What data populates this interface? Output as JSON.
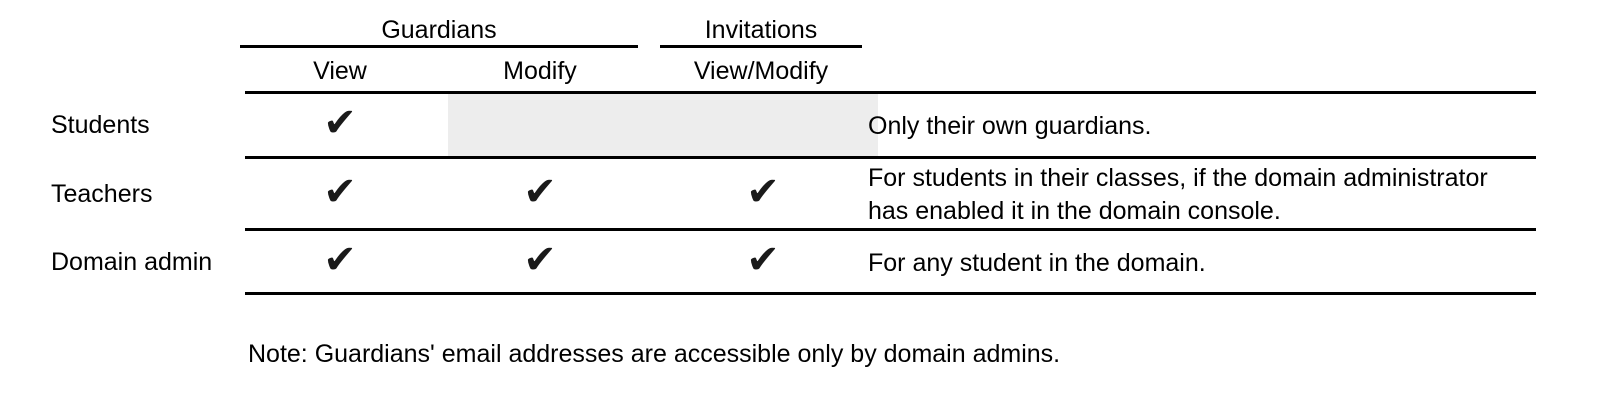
{
  "table": {
    "group_headers": [
      {
        "label": "Guardians"
      },
      {
        "label": "Invitations"
      }
    ],
    "column_headers": [
      {
        "label": "View"
      },
      {
        "label": "Modify"
      },
      {
        "label": "View/Modify"
      }
    ],
    "check_glyph": "✔",
    "shade_color": "#ededed",
    "rule_color": "#000000",
    "rows": [
      {
        "role": "Students",
        "guardians_view": "✔",
        "guardians_modify": "",
        "invitations_view_modify": "",
        "description": "Only their own guardians."
      },
      {
        "role": "Teachers",
        "guardians_view": "✔",
        "guardians_modify": "✔",
        "invitations_view_modify": "✔",
        "description": "For students in their classes, if the domain administrator has enabled it in the domain console."
      },
      {
        "role": "Domain admin",
        "guardians_view": "✔",
        "guardians_modify": "✔",
        "invitations_view_modify": "✔",
        "description": "For any student in the domain."
      }
    ]
  },
  "note": "Note: Guardians' email addresses are accessible only by domain admins."
}
